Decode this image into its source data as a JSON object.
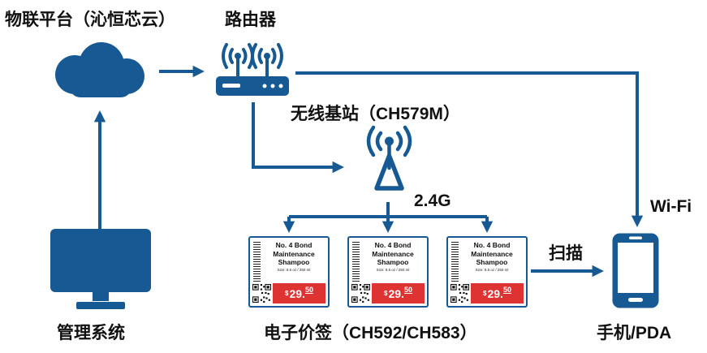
{
  "colors": {
    "primary": "#175A93",
    "red": "#DD3333",
    "text": "#111111"
  },
  "labels": {
    "platform": "物联平台（沁恒芯云）",
    "router": "路由器",
    "base_station": "无线基站（CH579M）",
    "freq": "2.4G",
    "wifi": "Wi-Fi",
    "scan": "扫描",
    "management": "管理系统",
    "esl_caption": "电子价签（CH592/CH583）",
    "phone": "手机/PDA"
  },
  "price_tag": {
    "line1": "No. 4 Bond",
    "line2": "Maintenance",
    "line3": "Shampoo",
    "size": "Size: 8.5 oz / 250 ml",
    "price_symbol": "$",
    "price_int": "29.",
    "price_frac": "50"
  }
}
